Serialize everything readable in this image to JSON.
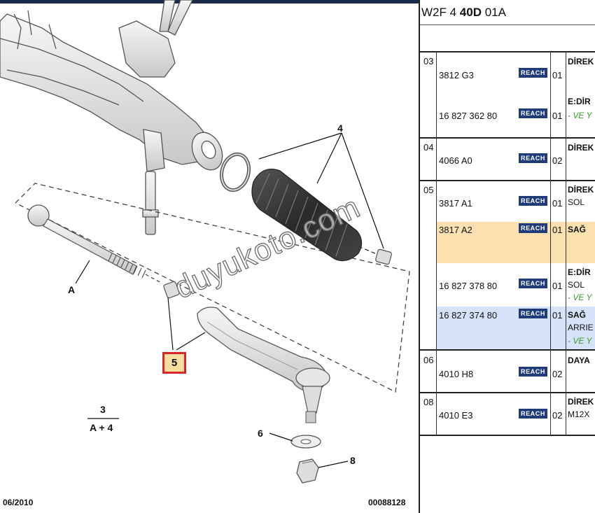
{
  "diagram": {
    "callouts": {
      "a": "A",
      "four": "4",
      "five": "5",
      "six": "6",
      "eight": "8"
    },
    "formula": {
      "top": "3",
      "bottom": "A + 4"
    },
    "date": "06/2010",
    "doc_number": "00088128",
    "watermark": "duyukoto.com"
  },
  "panel": {
    "ref_prefix": "W2F 4 ",
    "ref_bold": "40D",
    "ref_suffix": " 01A",
    "rows": [
      {
        "no": "03",
        "part": "3812 G3",
        "badge": "REACH",
        "qty": "01",
        "desc": "DİREK",
        "note": ""
      },
      {
        "no": "",
        "part": "16 827 362 80",
        "badge": "REACH",
        "qty": "01",
        "desc": "E:DİR",
        "note": "- VE Y"
      },
      {
        "no": "04",
        "part": "4066 A0",
        "badge": "REACH",
        "qty": "02",
        "desc": "DİREK",
        "note": ""
      },
      {
        "no": "05",
        "part": "3817 A1",
        "badge": "REACH",
        "qty": "01",
        "desc": "DİREK",
        "desc2": "SOL",
        "note": ""
      },
      {
        "no": "",
        "part": "3817 A2",
        "badge": "REACH",
        "qty": "01",
        "desc": "SAĞ",
        "note": ""
      },
      {
        "no": "",
        "part": "16 827 378 80",
        "badge": "REACH",
        "qty": "01",
        "desc": "E:DİR",
        "desc2": "SOL",
        "note": "- VE Y"
      },
      {
        "no": "",
        "part": "16 827 374 80",
        "badge": "REACH",
        "qty": "01",
        "desc": "SAĞ",
        "desc2": "ARRIE",
        "note": "- VE Y"
      },
      {
        "no": "06",
        "part": "4010 H8",
        "badge": "REACH",
        "qty": "02",
        "desc": "DAYA",
        "note": ""
      },
      {
        "no": "08",
        "part": "4010 E3",
        "badge": "REACH",
        "qty": "02",
        "desc": "DİREK",
        "desc2": "M12X",
        "note": ""
      }
    ],
    "colors": {
      "highlight_orange": "#fbe0b0",
      "highlight_blue": "#d6e2f8",
      "badge": "#1f3b7a",
      "note_green": "#3a9a2a"
    }
  }
}
